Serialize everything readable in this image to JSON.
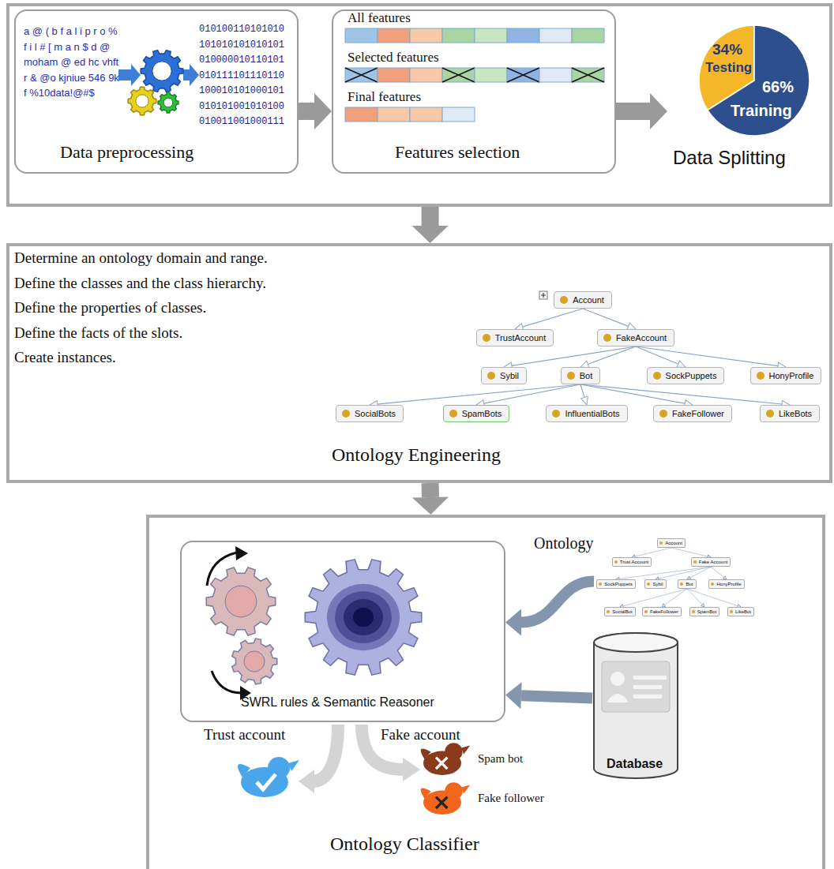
{
  "diagram": {
    "nodes": [
      {
        "text": []
      },
      {
        "text": [
          "a @ ( b f a l i p r o % f i l # [ m a n $ d @ moham @ ed hc vhftr & @o kjniue 546 9kf %10data!@#$",
          "010100110101010 101010101010101 010000010110101 010111101110110 100010101000101 010101001010100 010011001000111",
          "Data preprocessing"
        ],
        "in": 0
      },
      {
        "text": [
          "All features",
          "Selected features",
          "Final features",
          "Features selection"
        ],
        "in": 0
      },
      {
        "text": [
          "34%",
          "Testing",
          "66%",
          "Training",
          "Data Splitting"
        ],
        "in": 0
      },
      {
        "text": [
          "Determine an ontology domain and range.",
          "Define the classes and the class hierarchy.",
          "Define the properties of classes.",
          "Define the facts of the slots.",
          "Create instances.",
          "Ontology Engineering"
        ]
      },
      {
        "text": [
          "Account"
        ],
        "in": 4
      },
      {
        "text": [
          "TrustAccount"
        ],
        "in": 4
      },
      {
        "text": [
          "FakeAccount"
        ],
        "in": 4
      },
      {
        "text": [
          "Sybil"
        ],
        "in": 4
      },
      {
        "text": [
          "Bot"
        ],
        "in": 4
      },
      {
        "text": [
          "SockPuppets"
        ],
        "in": 4
      },
      {
        "text": [
          "HonyProfile"
        ],
        "in": 4
      },
      {
        "text": [
          "SocialBots"
        ],
        "in": 4
      },
      {
        "text": [
          "SpamBots"
        ],
        "in": 4
      },
      {
        "text": [
          "InfluentialBots"
        ],
        "in": 4
      },
      {
        "text": [
          "FakeFollower"
        ],
        "in": 4
      },
      {
        "text": [
          "LikeBots"
        ],
        "in": 4
      },
      {
        "text": [
          "Ontology Classifier"
        ]
      },
      {
        "text": [
          "SWRL rules & Semantic Reasoner"
        ],
        "in": 17
      },
      {
        "text": [
          "Ontology"
        ],
        "in": 17
      },
      {
        "text": [
          "Account"
        ],
        "in": 19
      },
      {
        "text": [
          "Trust Account"
        ],
        "in": 19
      },
      {
        "text": [
          "Fake Account"
        ],
        "in": 19
      },
      {
        "text": [
          "SockPuppets"
        ],
        "in": 19
      },
      {
        "text": [
          "Sybil"
        ],
        "in": 19
      },
      {
        "text": [
          "Bot"
        ],
        "in": 19
      },
      {
        "text": [
          "HonyProfile"
        ],
        "in": 19
      },
      {
        "text": [
          "SocialBot"
        ],
        "in": 19
      },
      {
        "text": [
          "FakeFollower"
        ],
        "in": 19
      },
      {
        "text": [
          "SpamBot"
        ],
        "in": 19
      },
      {
        "text": [
          "LikeBot"
        ],
        "in": 19
      },
      {
        "text": [
          "Database"
        ],
        "in": 17
      }
    ],
    "edges": [
      {
        "from": 1,
        "to": 2,
        "arrow": "to"
      },
      {
        "from": 2,
        "to": 3,
        "arrow": "to"
      },
      {
        "from": 0,
        "to": 4,
        "arrow": "to"
      },
      {
        "from": 4,
        "to": 17,
        "arrow": "to"
      },
      {
        "from": 5,
        "to": 6,
        "arrow": "to"
      },
      {
        "from": 5,
        "to": 7,
        "arrow": "to"
      },
      {
        "from": 7,
        "to": 8,
        "arrow": "to"
      },
      {
        "from": 7,
        "to": 9,
        "arrow": "to"
      },
      {
        "from": 7,
        "to": 10,
        "arrow": "to"
      },
      {
        "from": 7,
        "to": 11,
        "arrow": "to"
      },
      {
        "from": 9,
        "to": 12,
        "arrow": "to"
      },
      {
        "from": 9,
        "to": 13,
        "arrow": "to"
      },
      {
        "from": 9,
        "to": 14,
        "arrow": "to"
      },
      {
        "from": 9,
        "to": 15,
        "arrow": "to"
      },
      {
        "from": 9,
        "to": 16,
        "arrow": "to"
      },
      {
        "from": 19,
        "to": 18,
        "arrow": "to"
      },
      {
        "from": 31,
        "to": 18,
        "arrow": "to"
      },
      {
        "from": 20,
        "to": 21,
        "arrow": "to"
      },
      {
        "from": 20,
        "to": 22,
        "arrow": "to"
      },
      {
        "from": 22,
        "to": 23,
        "arrow": "to"
      },
      {
        "from": 22,
        "to": 24,
        "arrow": "to"
      },
      {
        "from": 22,
        "to": 25,
        "arrow": "to"
      },
      {
        "from": 22,
        "to": 26,
        "arrow": "to"
      },
      {
        "from": 25,
        "to": 27,
        "arrow": "to"
      },
      {
        "from": 25,
        "to": 28,
        "arrow": "to"
      },
      {
        "from": 25,
        "to": 29,
        "arrow": "to"
      },
      {
        "from": 25,
        "to": 30,
        "arrow": "to"
      }
    ],
    "labels": [
      "Trust account",
      "Fake account",
      "Spam bot",
      "Fake follower"
    ]
  }
}
